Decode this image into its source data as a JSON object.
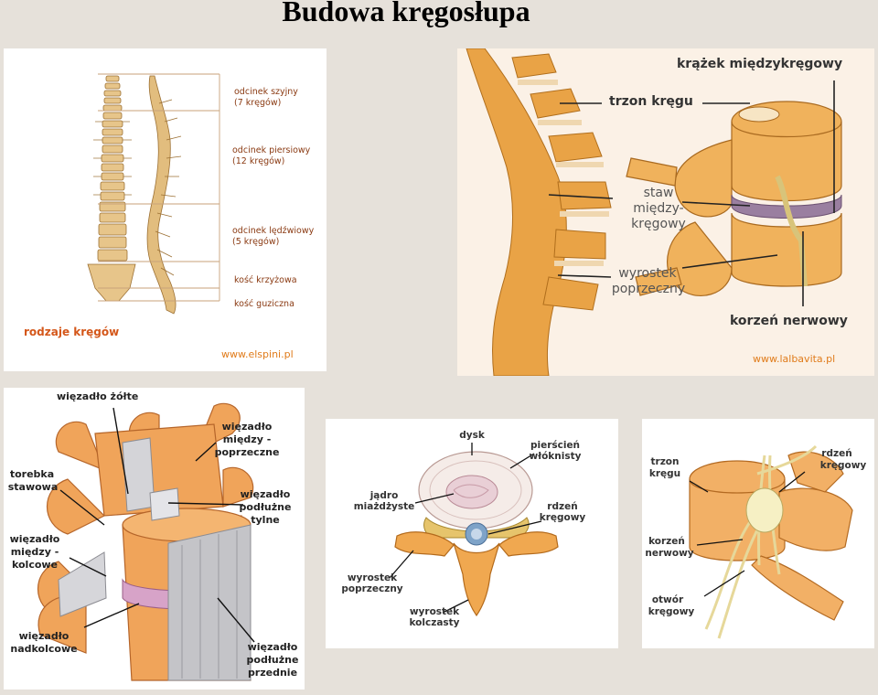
{
  "title": "Budowa kręgosłupa",
  "panel1": {
    "labels": [
      "odcinek szyjny",
      "(7 kręgów)",
      "odcinek piersiowy",
      "(12 kręgów)",
      "odcinek lędźwiowy",
      "(5 kręgów)",
      "kość krzyżowa",
      "kość guziczna"
    ],
    "caption": "rodzaje kręgów",
    "source": "www.elspini.pl"
  },
  "panel2": {
    "labels": [
      "krążek międzykręgowy",
      "trzon kręgu",
      "staw",
      "między-",
      "kręgowy",
      "wyrostek",
      "poprzeczny",
      "korzeń nerwowy"
    ],
    "source": "www.lalbavita.pl"
  },
  "panel3": {
    "labels": [
      "więzadło żółte",
      "więzadło",
      "między -",
      "poprzeczne",
      "torebka",
      "stawowa",
      "więzadło",
      "podłużne",
      "tylne",
      "więzadło",
      "między -",
      "kolcowe",
      "więzadło",
      "nadkolcowe",
      "więzadło",
      "podłużne",
      "przednie"
    ]
  },
  "panel4": {
    "labels": [
      "dysk",
      "pierścień",
      "włóknisty",
      "jądro",
      "miażdżyste",
      "rdzeń",
      "kręgowy",
      "wyrostek",
      "poprzeczny",
      "wyrostek",
      "kolczasty"
    ]
  },
  "panel5": {
    "labels": [
      "trzon",
      "kręgu",
      "rdzeń",
      "kręgowy",
      "korzeń",
      "nerwowy",
      "otwór",
      "kręgowy"
    ]
  }
}
